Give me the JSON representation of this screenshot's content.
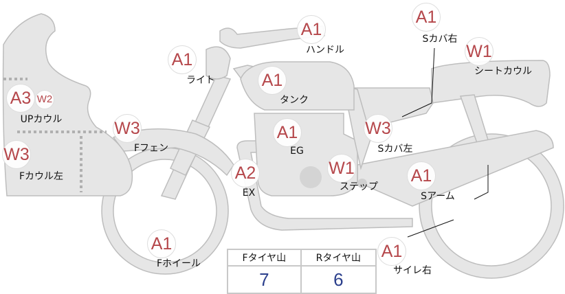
{
  "colors": {
    "badge_text": "#b5474b",
    "part_fill": "#e6e6e6",
    "part_stroke": "#bdbdbd",
    "tire_value": "#2b3f8c"
  },
  "parts": [
    {
      "id": "handle",
      "grade": "A1",
      "label": "ハンドル"
    },
    {
      "id": "side-cover-right",
      "grade": "A1",
      "label": "Sカバ右"
    },
    {
      "id": "seat-cowl",
      "grade": "W1",
      "label": "シートカウル"
    },
    {
      "id": "light",
      "grade": "A1",
      "label": "ライト"
    },
    {
      "id": "tank",
      "grade": "A1",
      "label": "タンク"
    },
    {
      "id": "upper-cowl",
      "grade": "A3",
      "grade2": "W2",
      "label": "UPカウル"
    },
    {
      "id": "front-fender",
      "grade": "W3",
      "label": "Fフェン"
    },
    {
      "id": "engine",
      "grade": "A1",
      "label": "EG"
    },
    {
      "id": "side-cover-left",
      "grade": "W3",
      "label": "Sカバ左"
    },
    {
      "id": "front-cowl-left",
      "grade": "W3",
      "label": "Fカウル左"
    },
    {
      "id": "exhaust",
      "grade": "A2",
      "label": "EX"
    },
    {
      "id": "step",
      "grade": "W1",
      "label": "ステップ"
    },
    {
      "id": "swing-arm",
      "grade": "A1",
      "label": "Sアーム"
    },
    {
      "id": "front-wheel",
      "grade": "A1",
      "label": "Fホイール"
    },
    {
      "id": "silencer-right",
      "grade": "A1",
      "label": "サイレ右"
    }
  ],
  "tires": {
    "front_label": "Fタイヤ山",
    "rear_label": "Rタイヤ山",
    "front_value": "7",
    "rear_value": "6"
  }
}
